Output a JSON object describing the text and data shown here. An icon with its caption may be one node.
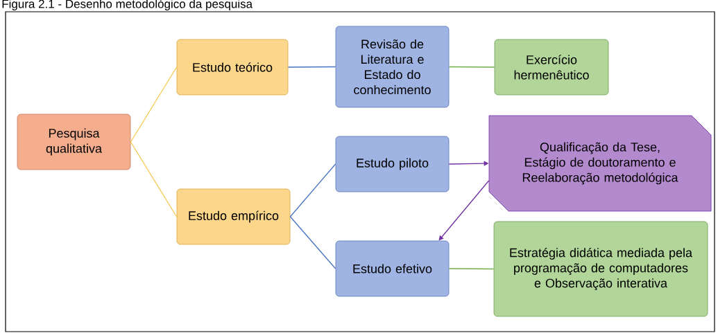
{
  "diagram": {
    "title": "Figura 2.1 - Desenho metodológico da pesquisa",
    "nodes": [
      {
        "text": [
          "Pesquisa qualitativa"
        ]
      },
      {
        "text": [
          "Estudo teórico"
        ]
      },
      {
        "text": [
          "Revisão de Literatura e Estado do conhecimento"
        ]
      },
      {
        "text": [
          "Exercício hermenêutico"
        ]
      },
      {
        "text": [
          "Estudo empírico"
        ]
      },
      {
        "text": [
          "Estudo piloto"
        ]
      },
      {
        "text": [
          "Qualificação da Tese, Estágio de doutoramento e Reelaboração metodológica"
        ]
      },
      {
        "text": [
          "Estudo efetivo"
        ]
      },
      {
        "text": [
          "Estratégia didática mediada pela programação de computadores e Observação interativa"
        ]
      }
    ],
    "edges": [
      {
        "from": 0,
        "to": 1,
        "arrow": "none",
        "color": "#f5c850"
      },
      {
        "from": 0,
        "to": 4,
        "arrow": "none",
        "color": "#f5c850"
      },
      {
        "from": 1,
        "to": 2,
        "arrow": "none"
      },
      {
        "from": 2,
        "to": 3,
        "arrow": "none",
        "color": "#70ad47"
      },
      {
        "from": 4,
        "to": 5,
        "arrow": "none"
      },
      {
        "from": 4,
        "to": 7,
        "arrow": "none"
      },
      {
        "from": 5,
        "to": 6,
        "arrow": "to",
        "color": "#7030a0"
      },
      {
        "from": 6,
        "to": 7,
        "arrow": "to",
        "color": "#7030a0"
      },
      {
        "from": 7,
        "to": 8,
        "arrow": "none",
        "color": "#70ad47"
      }
    ]
  }
}
